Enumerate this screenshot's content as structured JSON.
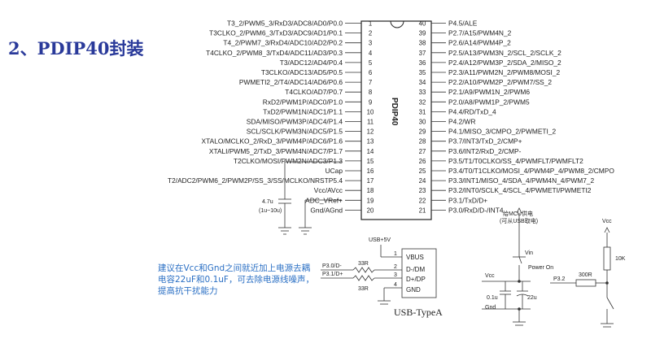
{
  "title": "2、PDIP40封装",
  "package_label": "PDIP40",
  "left_pins": [
    "T3_2/PWM5_3/RxD3/ADC8/AD0/P0.0",
    "T3CLKO_2/PWM6_3/TxD3/ADC9/AD1/P0.1",
    "T4_2/PWM7_3/RxD4/ADC10/AD2/P0.2",
    "T4CLKO_2/PWM8_3/TxD4/ADC11/AD3/P0.3",
    "T3/ADC12/AD4/P0.4",
    "T3CLKO/ADC13/AD5/P0.5",
    "PWMETI2_2/T4/ADC14/AD6/P0.6",
    "T4CLKO/AD7/P0.7",
    "RxD2/PWM1P/ADC0/P1.0",
    "TxD2/PWM1N/ADC1/P1.1",
    "SDA/MISO/PWM3P/ADC4/P1.4",
    "SCL/SCLK/PWM3N/ADC5/P1.5",
    "XTALO/MCLKO_2/RxD_3/PWM4P/ADC6/P1.6",
    "XTALI/PWM5_2/TxD_3/PWM4N/ADC7/P1.7",
    "T2CLKO/MOSI/PWM2N/ADC3/P1.3",
    "UCap",
    "T2/ADC2/PWM6_2/PWM2P/SS_3/SS/MCLKO/NRSTP5.4",
    "Vcc/AVcc",
    "ADC_VRef+",
    "Gnd/AGnd"
  ],
  "right_pins": [
    "P4.5/ALE",
    "P2.7/A15/PWM4N_2",
    "P2.6/A14/PWM4P_2",
    "P2.5/A13/PWM3N_2/SCL_2/SCLK_2",
    "P2.4/A12/PWM3P_2/SDA_2/MISO_2",
    "P2.3/A11/PWM2N_2/PWM8/MOSI_2",
    "P2.2/A10/PWM2P_2/PWM7/SS_2",
    "P2.1/A9/PWM1N_2/PWM6",
    "P2.0/A8/PWM1P_2/PWM5",
    "P4.4/RD/TxD_4",
    "P4.2/WR",
    "P4.1/MISO_3/CMPO_2/PWMETI_2",
    "P3.7/INT3/TxD_2/CMP+",
    "P3.6/INT2/RxD_2/CMP-",
    "P3.5/T1/T0CLKO/SS_4/PWMFLT/PWMFLT2",
    "P3.4/T0/T1CLKO/MOSI_4/PWM4P_4/PWM8_2/CMPO",
    "P3.3/INT1/MISO_4/SDA_4/PWM4N_4/PWM7_2",
    "P3.2/INT0/SCLK_4/SCL_4/PWMETI/PWMETI2",
    "P3.1/TxD/D+",
    "P3.0/RxD/D-/INT4"
  ],
  "ucap_capacitor": {
    "value": "4.7u",
    "note": "(1u~10u)"
  },
  "usb": {
    "supply": "USB+5V",
    "pins": [
      "VBUS",
      "D-/DM",
      "D+/DP",
      "GND"
    ],
    "pin_numbers": [
      "1",
      "2",
      "3",
      "4"
    ],
    "net_dminus": "P3.0/D-",
    "net_dplus": "P3.1/D+",
    "resistor": "33R",
    "label": "USB-TypeA"
  },
  "note": "建议在Vcc和Gnd之间就近加上电源去耦电容22uF和0.1uF，可去除电源线噪声，提高抗干扰能力",
  "power": {
    "header_line1": "给MCU供电",
    "header_line2": "(可从USB取电)",
    "vin": "Vin",
    "power_on": "Power On",
    "vcc": "Vcc",
    "gnd": "Gnd",
    "cap1": "0.1u",
    "cap2": "22u"
  },
  "reset": {
    "vcc": "Vcc",
    "r1": "10K",
    "r2": "300R",
    "net": "P3.2"
  }
}
